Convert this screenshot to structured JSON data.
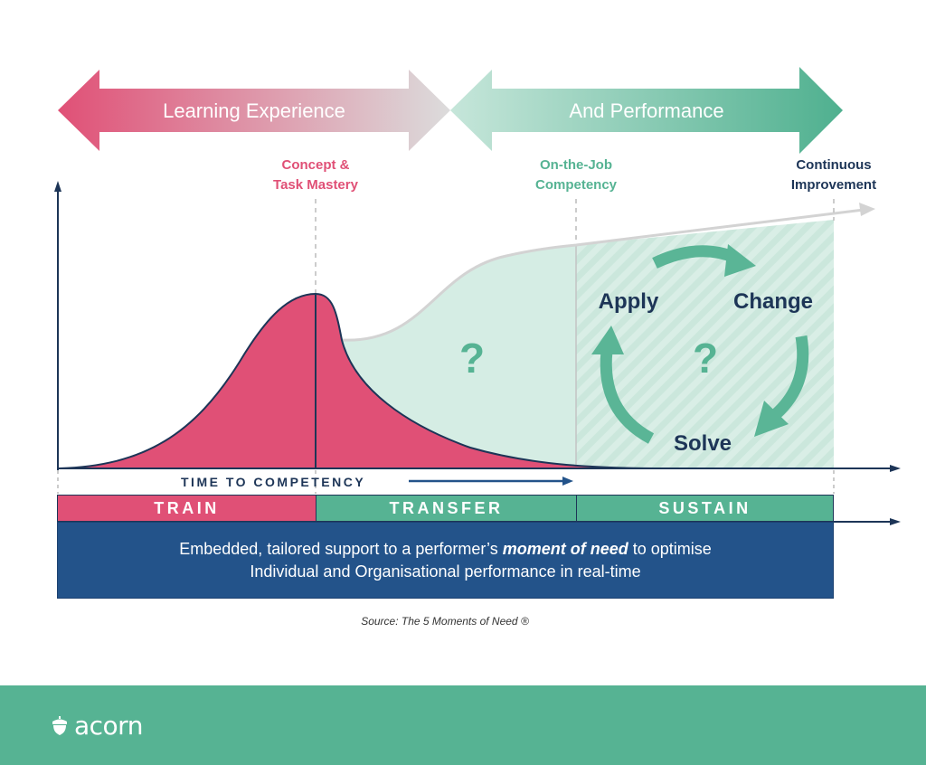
{
  "banner": {
    "left_label": "Learning Experience",
    "right_label": "And Performance"
  },
  "milestones": {
    "concept": {
      "line1": "Concept &",
      "line2": "Task Mastery"
    },
    "on_job": {
      "line1": "On-the-Job",
      "line2": "Competency"
    },
    "continuous": {
      "line1": "Continuous",
      "line2": "Improvement"
    }
  },
  "cycle": {
    "apply": "Apply",
    "change": "Change",
    "solve": "Solve",
    "question_mark": "?"
  },
  "transfer_question_mark": "?",
  "axis": {
    "time_label": "TIME TO COMPETENCY"
  },
  "phases": {
    "train": "TRAIN",
    "transfer": "TRANSFER",
    "sustain": "SUSTAIN"
  },
  "support": {
    "line1_pre": "Embedded, tailored support to a performer’s ",
    "line1_bold": "moment of need",
    "line1_post": " to optimise",
    "line2": "Individual and Organisational performance in real-time"
  },
  "source": "Source: The 5 Moments of Need ®",
  "footer": {
    "logo_text": "acorn",
    "logo_icon": "acorn-icon"
  },
  "colors": {
    "pink": "#e05076",
    "green": "#56b393",
    "light_green": "#d5ede4",
    "navy": "#23538a",
    "dark_navy": "#1d3557"
  }
}
